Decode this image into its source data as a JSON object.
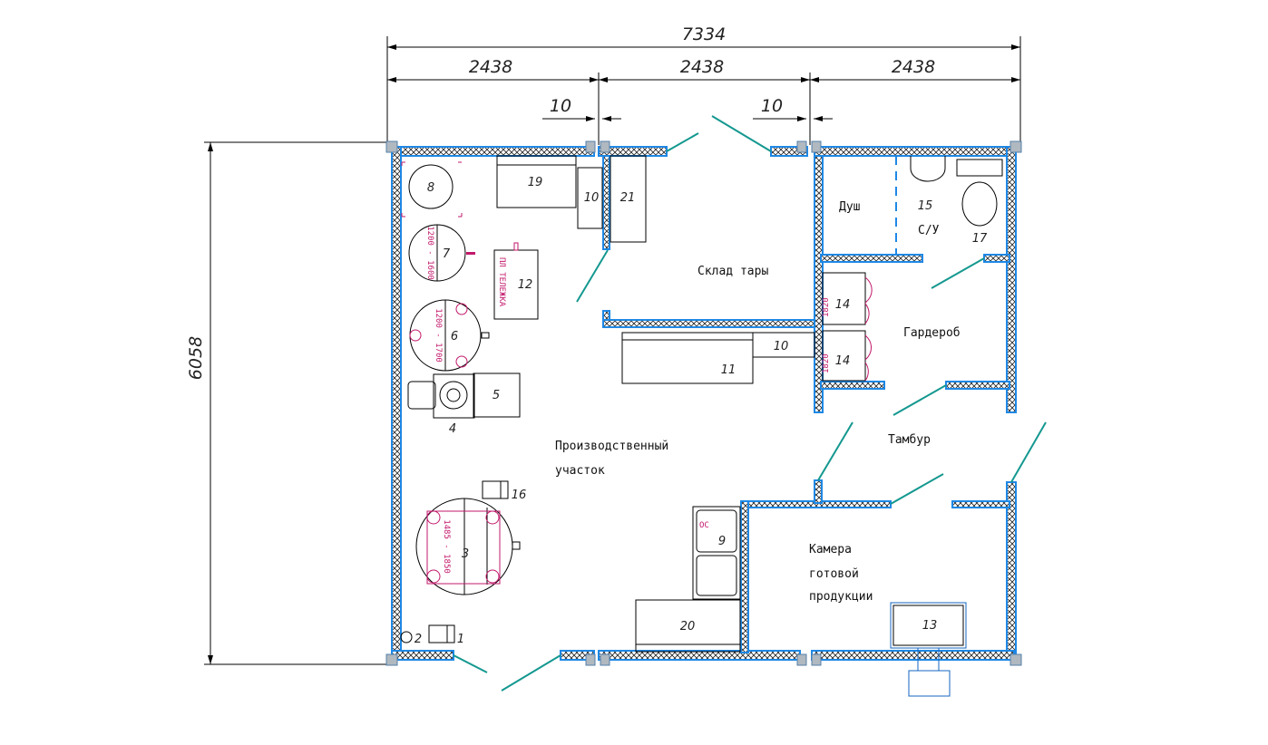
{
  "dimensions": {
    "total_width": "7334",
    "segment_1": "2438",
    "segment_2": "2438",
    "segment_3": "2438",
    "gap_1": "10",
    "gap_2": "10",
    "height": "6058"
  },
  "rooms": {
    "production_1": "Производственный",
    "production_2": "участок",
    "tare_storage": "Склад тары",
    "shower": "Душ",
    "wc": "С/У",
    "wardrobe": "Гардероб",
    "vestibule": "Тамбур",
    "finished_1": "Камера",
    "finished_2": "готовой",
    "finished_3": "продукции"
  },
  "equipment": {
    "n1": "1",
    "n2": "2",
    "n3": "3",
    "n4": "4",
    "n5": "5",
    "n6": "6",
    "n7": "7",
    "n8": "8",
    "n9": "9",
    "n10a": "10",
    "n10b": "10",
    "n11": "11",
    "n12": "12",
    "n13": "13",
    "n14a": "14",
    "n14b": "14",
    "n15": "15",
    "n16": "16",
    "n17": "17",
    "n19": "19",
    "n20": "20",
    "n21": "21"
  },
  "annotations": {
    "eq7_range": "1200 - 1600",
    "eq6_range": "1200 - 1700",
    "eq3_range": "1485 - 1850",
    "eq12_label": "ПЛ ТЕЛЕЖКА",
    "locker_a": "1820",
    "locker_b": "1820",
    "sink_mark": "ОС"
  },
  "colors": {
    "wall_outline": "#1e88e5",
    "door": "#14988f",
    "annotation": "#c2186b"
  }
}
